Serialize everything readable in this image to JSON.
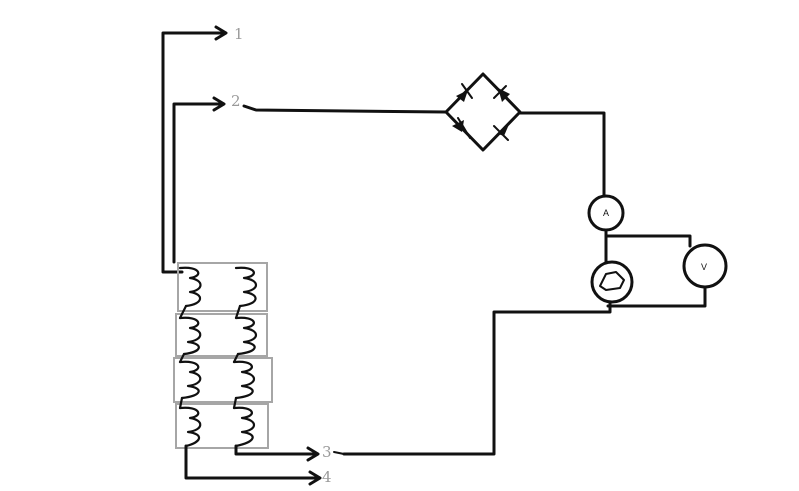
{
  "terminals": [
    {
      "id": "t1",
      "label": "1"
    },
    {
      "id": "t2",
      "label": "2"
    },
    {
      "id": "t3",
      "label": "3"
    },
    {
      "id": "t4",
      "label": "4"
    }
  ],
  "meters": {
    "ammeter": {
      "label": "A"
    },
    "voltmeter": {
      "label": "V"
    }
  },
  "colors": {
    "wire": "#111111",
    "coil_box": "#a6a6a6",
    "terminal_label": "#9a9a9a",
    "background": "#ffffff"
  }
}
